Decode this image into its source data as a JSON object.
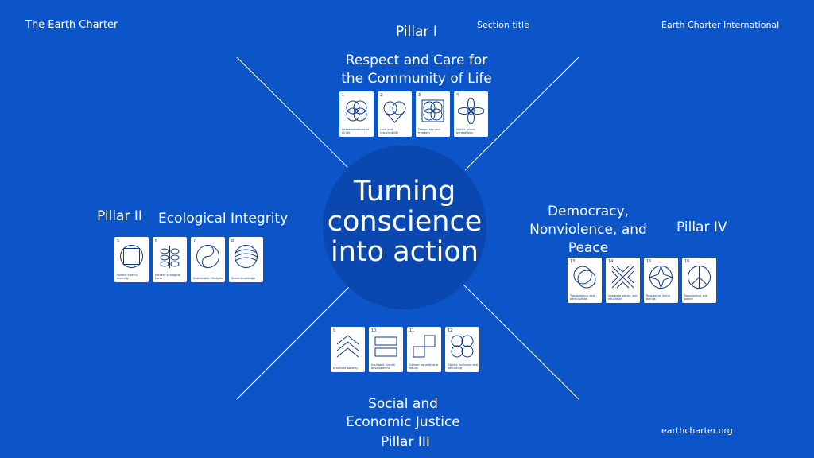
{
  "header": {
    "left": "The Earth Charter",
    "section_title": "Section title",
    "right": "Earth Charter International"
  },
  "footer": {
    "url": "earthcharter.org"
  },
  "center": {
    "line1": "Turning",
    "line2": "conscience",
    "line3": "into action"
  },
  "pillars": {
    "p1": {
      "label": "Pillar I",
      "title_line1": "Respect and Care for",
      "title_line2": "the Community of Life",
      "cards": [
        {
          "num": "1",
          "caption": "Interdependence of all life",
          "icon": "rings-icon"
        },
        {
          "num": "2",
          "caption": "Love and responsibility",
          "icon": "hearts-icon"
        },
        {
          "num": "3",
          "caption": "Democracy and freedom",
          "icon": "knot-icon"
        },
        {
          "num": "4",
          "caption": "Justice across generations",
          "icon": "flower-icon"
        }
      ]
    },
    "p2": {
      "label": "Pillar II",
      "title": "Ecological Integrity",
      "cards": [
        {
          "num": "5",
          "caption": "Protect Earth's diversity",
          "icon": "square-circle-icon"
        },
        {
          "num": "6",
          "caption": "Prevent ecological harm",
          "icon": "leaves-icon"
        },
        {
          "num": "7",
          "caption": "Sustainable lifestyles",
          "icon": "yin-yang-icon"
        },
        {
          "num": "8",
          "caption": "Share knowledge",
          "icon": "globe-lines-icon"
        }
      ]
    },
    "p3": {
      "label": "Pillar III",
      "title_line1": "Social and",
      "title_line2": "Economic Justice",
      "cards": [
        {
          "num": "9",
          "caption": "Eradicate poverty",
          "icon": "chevrons-icon"
        },
        {
          "num": "10",
          "caption": "Equitable human development",
          "icon": "stacked-rects-icon"
        },
        {
          "num": "11",
          "caption": "Gender equality and equity",
          "icon": "steps-icon"
        },
        {
          "num": "12",
          "caption": "Dignity, inclusion and well-being",
          "icon": "four-circles-icon"
        }
      ]
    },
    "p4": {
      "label": "Pillar IV",
      "title_line1": "Democracy,",
      "title_line2": "Nonviolence, and",
      "title_line3": "Peace",
      "cards": [
        {
          "num": "13",
          "caption": "Transparency and participation",
          "icon": "overlap-circles-icon"
        },
        {
          "num": "14",
          "caption": "Integrate values into education",
          "icon": "x-pattern-icon"
        },
        {
          "num": "15",
          "caption": "Respect all living beings",
          "icon": "star-circle-icon"
        },
        {
          "num": "16",
          "caption": "Nonviolence and peace",
          "icon": "peace-icon"
        }
      ]
    }
  }
}
